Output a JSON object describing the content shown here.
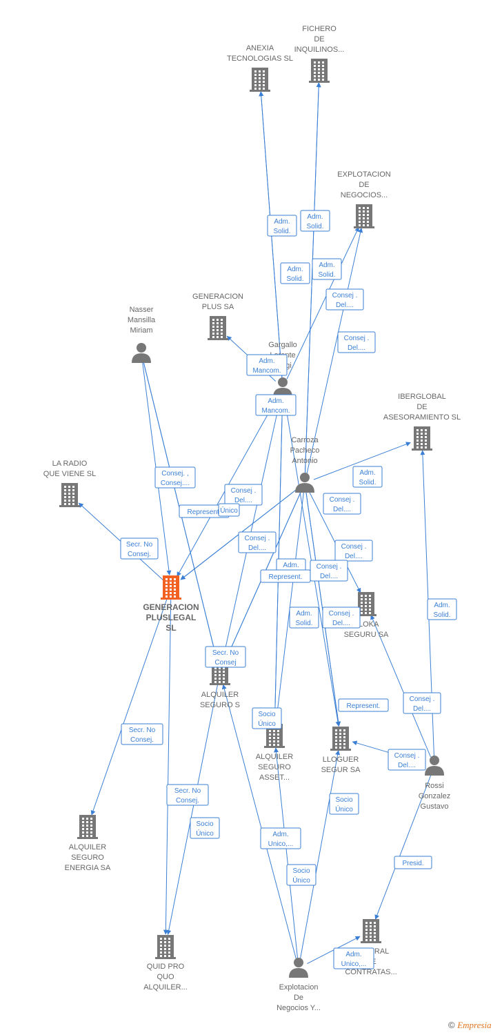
{
  "nodes": [
    {
      "id": "anexia",
      "kind": "company",
      "label": [
        "ANEXIA",
        "TECNOLOGIAS SL"
      ]
    },
    {
      "id": "fichero",
      "kind": "company",
      "label": [
        "FICHERO",
        "DE",
        "INQUILINOS..."
      ]
    },
    {
      "id": "explotacion_neg",
      "kind": "company",
      "label": [
        "EXPLOTACION",
        "DE",
        "NEGOCIOS..."
      ]
    },
    {
      "id": "gen_plus",
      "kind": "company",
      "label": [
        "GENERACION",
        "PLUS SA"
      ]
    },
    {
      "id": "nasser",
      "kind": "person",
      "label": [
        "Nasser",
        "Mansilla",
        "Miriam"
      ]
    },
    {
      "id": "gargallo",
      "kind": "person",
      "label": [
        "Gargallo",
        "Lorente",
        "Sergi"
      ]
    },
    {
      "id": "iberglobal",
      "kind": "company",
      "label": [
        "IBERGLOBAL",
        "DE",
        "ASESORAMIENTO SL"
      ]
    },
    {
      "id": "carroza",
      "kind": "person",
      "label": [
        "Carroza",
        "Pacheco",
        "Antonio"
      ]
    },
    {
      "id": "la_radio",
      "kind": "company",
      "label": [
        "LA RADIO",
        "QUE VIENE  SL"
      ]
    },
    {
      "id": "gen_pluslegal",
      "kind": "focus",
      "label": [
        "GENERACION",
        "PLUSLEGAL",
        "SL"
      ]
    },
    {
      "id": "aloka",
      "kind": "company",
      "label": [
        "ALOKA",
        "SEGURU SA"
      ]
    },
    {
      "id": "alquiler_seguro_s",
      "kind": "company",
      "label": [
        "ALQUILER",
        "SEGURO S"
      ]
    },
    {
      "id": "alquiler_seguro_asset",
      "kind": "company",
      "label": [
        "ALQUILER",
        "SEGURO",
        "ASSET..."
      ]
    },
    {
      "id": "lloguer",
      "kind": "company",
      "label": [
        "LLOGUER",
        "SEGUR SA"
      ]
    },
    {
      "id": "rossi",
      "kind": "person",
      "label": [
        "Rossi",
        "Gonzalez",
        "Gustavo"
      ]
    },
    {
      "id": "alquiler_energia",
      "kind": "company",
      "label": [
        "ALQUILER",
        "SEGURO",
        "ENERGIA SA"
      ]
    },
    {
      "id": "quid_pro_quo",
      "kind": "company",
      "label": [
        "QUID PRO",
        "QUO",
        "ALQUILER..."
      ]
    },
    {
      "id": "general_contratas",
      "kind": "company",
      "label": [
        "GENERAL",
        "DE",
        "CONTRATAS..."
      ]
    },
    {
      "id": "explotacion_y",
      "kind": "person",
      "label": [
        "Explotacion",
        "De",
        "Negocios Y..."
      ]
    }
  ],
  "edges": [
    {
      "id": "e1",
      "label": [
        "Adm.",
        "Solid."
      ]
    },
    {
      "id": "e2",
      "label": [
        "Adm.",
        "Solid."
      ]
    },
    {
      "id": "e3",
      "label": [
        "Adm.",
        "Solid."
      ]
    },
    {
      "id": "e4",
      "label": [
        "Adm.",
        "Solid."
      ]
    },
    {
      "id": "e5",
      "label": [
        "Consej .",
        "Del...."
      ]
    },
    {
      "id": "e6",
      "label": [
        "Consej .",
        "Del...."
      ]
    },
    {
      "id": "e7",
      "label": [
        "Adm.",
        "Mancom."
      ]
    },
    {
      "id": "e8",
      "label": [
        "Adm.",
        "Mancom."
      ]
    },
    {
      "id": "e9",
      "label": [
        "Consej. ,",
        "Consej...."
      ]
    },
    {
      "id": "e10",
      "label": [
        "Represent."
      ]
    },
    {
      "id": "e11",
      "label": [
        "Consej .",
        "Del...."
      ]
    },
    {
      "id": "e12",
      "label": [
        "Único"
      ]
    },
    {
      "id": "e13",
      "label": [
        "Adm.",
        "Solid."
      ]
    },
    {
      "id": "e14",
      "label": [
        "Consej .",
        "Del...."
      ]
    },
    {
      "id": "e15",
      "label": [
        "Consej .",
        "Del...."
      ]
    },
    {
      "id": "e16",
      "label": [
        "Consej .",
        "Del...."
      ]
    },
    {
      "id": "e17",
      "label": [
        "Secr.  No",
        "Consej."
      ]
    },
    {
      "id": "e18",
      "label": [
        "Adm.",
        "Solid."
      ]
    },
    {
      "id": "e19",
      "label": [
        "Consej .",
        "Del...."
      ]
    },
    {
      "id": "e20",
      "label": [
        "Represent."
      ]
    },
    {
      "id": "e21",
      "label": [
        "Adm.",
        "Solid."
      ]
    },
    {
      "id": "e22",
      "label": [
        "Consej .",
        "Del...."
      ]
    },
    {
      "id": "e23",
      "label": [
        "Adm.",
        "Solid."
      ]
    },
    {
      "id": "e24",
      "label": [
        "Secr.  No",
        "Consej"
      ]
    },
    {
      "id": "e25",
      "label": [
        "Socio",
        "Único"
      ]
    },
    {
      "id": "e26",
      "label": [
        "Consej .",
        "Del...."
      ]
    },
    {
      "id": "e27",
      "label": [
        "Represent."
      ]
    },
    {
      "id": "e28",
      "label": [
        "Consej .",
        "Del...."
      ]
    },
    {
      "id": "e29",
      "label": [
        "Secr.  No",
        "Consej."
      ]
    },
    {
      "id": "e30",
      "label": [
        "Secr.  No",
        "Consej."
      ]
    },
    {
      "id": "e31",
      "label": [
        "Socio",
        "Único"
      ]
    },
    {
      "id": "e32",
      "label": [
        "Socio",
        "Único"
      ]
    },
    {
      "id": "e33",
      "label": [
        "Adm.",
        "Unico,..."
      ]
    },
    {
      "id": "e34",
      "label": [
        "Socio",
        "Único"
      ]
    },
    {
      "id": "e35",
      "label": [
        "Presid."
      ]
    },
    {
      "id": "e36",
      "label": [
        "Adm.",
        "Unico,..."
      ]
    }
  ],
  "copyright": {
    "symbol": "©",
    "brand": "Empresia"
  },
  "colors": {
    "edge": "#3a7fd5",
    "node": "#777777",
    "focus": "#f26122",
    "label": "#666666"
  }
}
